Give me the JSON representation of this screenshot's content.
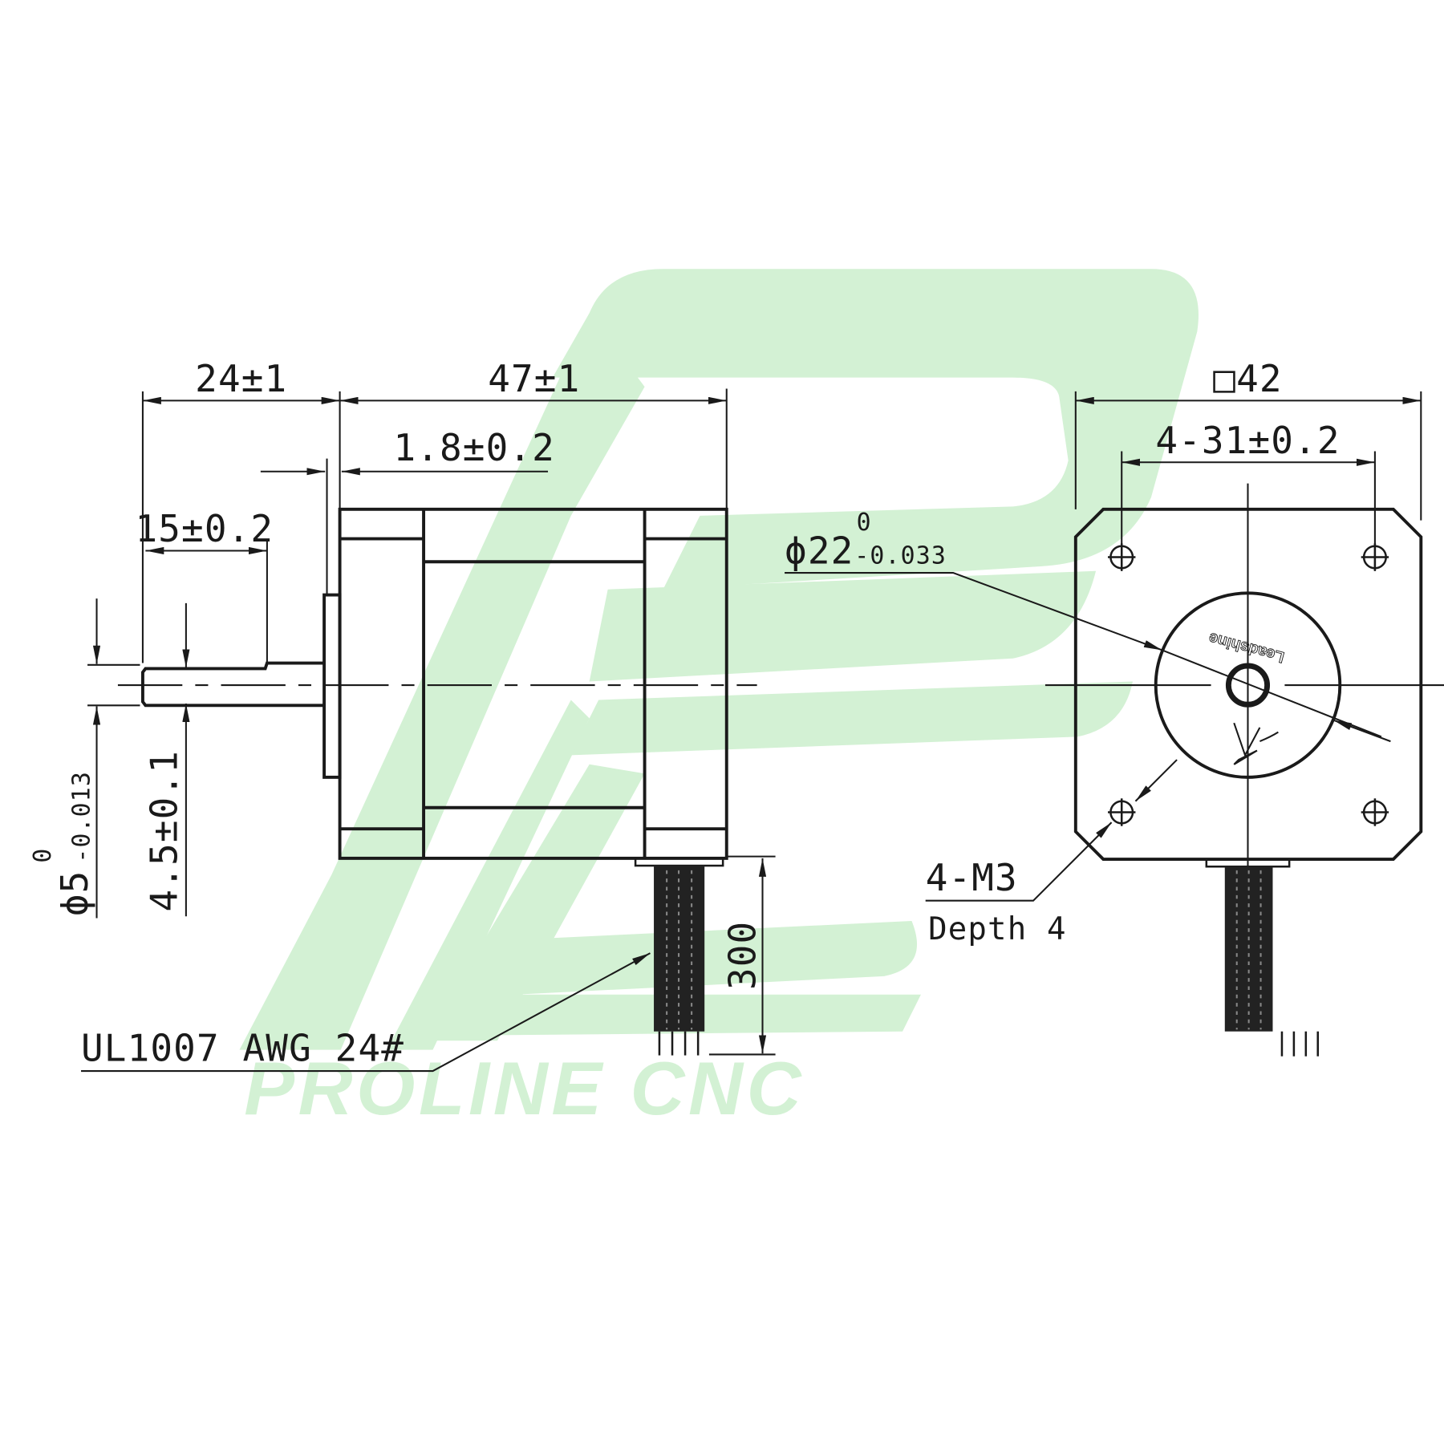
{
  "watermark": {
    "text": "PROLINE CNC",
    "color": "#d3f1d4"
  },
  "side_view": {
    "shaft_length": "24±1",
    "body_length": "47±1",
    "flange_thickness": "1.8±0.2",
    "flat_length": "15±0.2",
    "shaft_diameter": {
      "symbol": "ϕ5",
      "upper": "0",
      "lower": "-0.013"
    },
    "flat_depth": "4.5±0.1",
    "lead_length": "300",
    "wire_spec": "UL1007 AWG 24#"
  },
  "front_view": {
    "frame_size": "□42",
    "hole_spacing": "4-31±0.2",
    "boss_diameter": {
      "symbol": "ϕ22",
      "upper": "0",
      "lower": "-0.033"
    },
    "brand_text": "Leadshine",
    "mount_holes": "4-M3",
    "hole_depth": "Depth 4"
  }
}
